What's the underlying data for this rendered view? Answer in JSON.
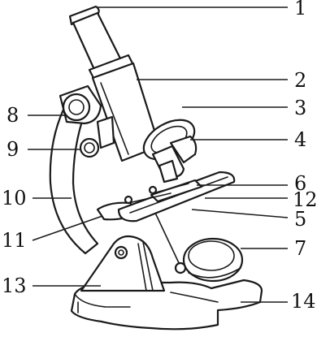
{
  "diagram": {
    "subject": "microscope",
    "labels": {
      "l1": "1",
      "l2": "2",
      "l3": "3",
      "l4": "4",
      "l5": "5",
      "l6": "6",
      "l7": "7",
      "l8": "8",
      "l9": "9",
      "l10": "10",
      "l11": "11",
      "l12": "12",
      "l13": "13",
      "l14": "14"
    }
  }
}
